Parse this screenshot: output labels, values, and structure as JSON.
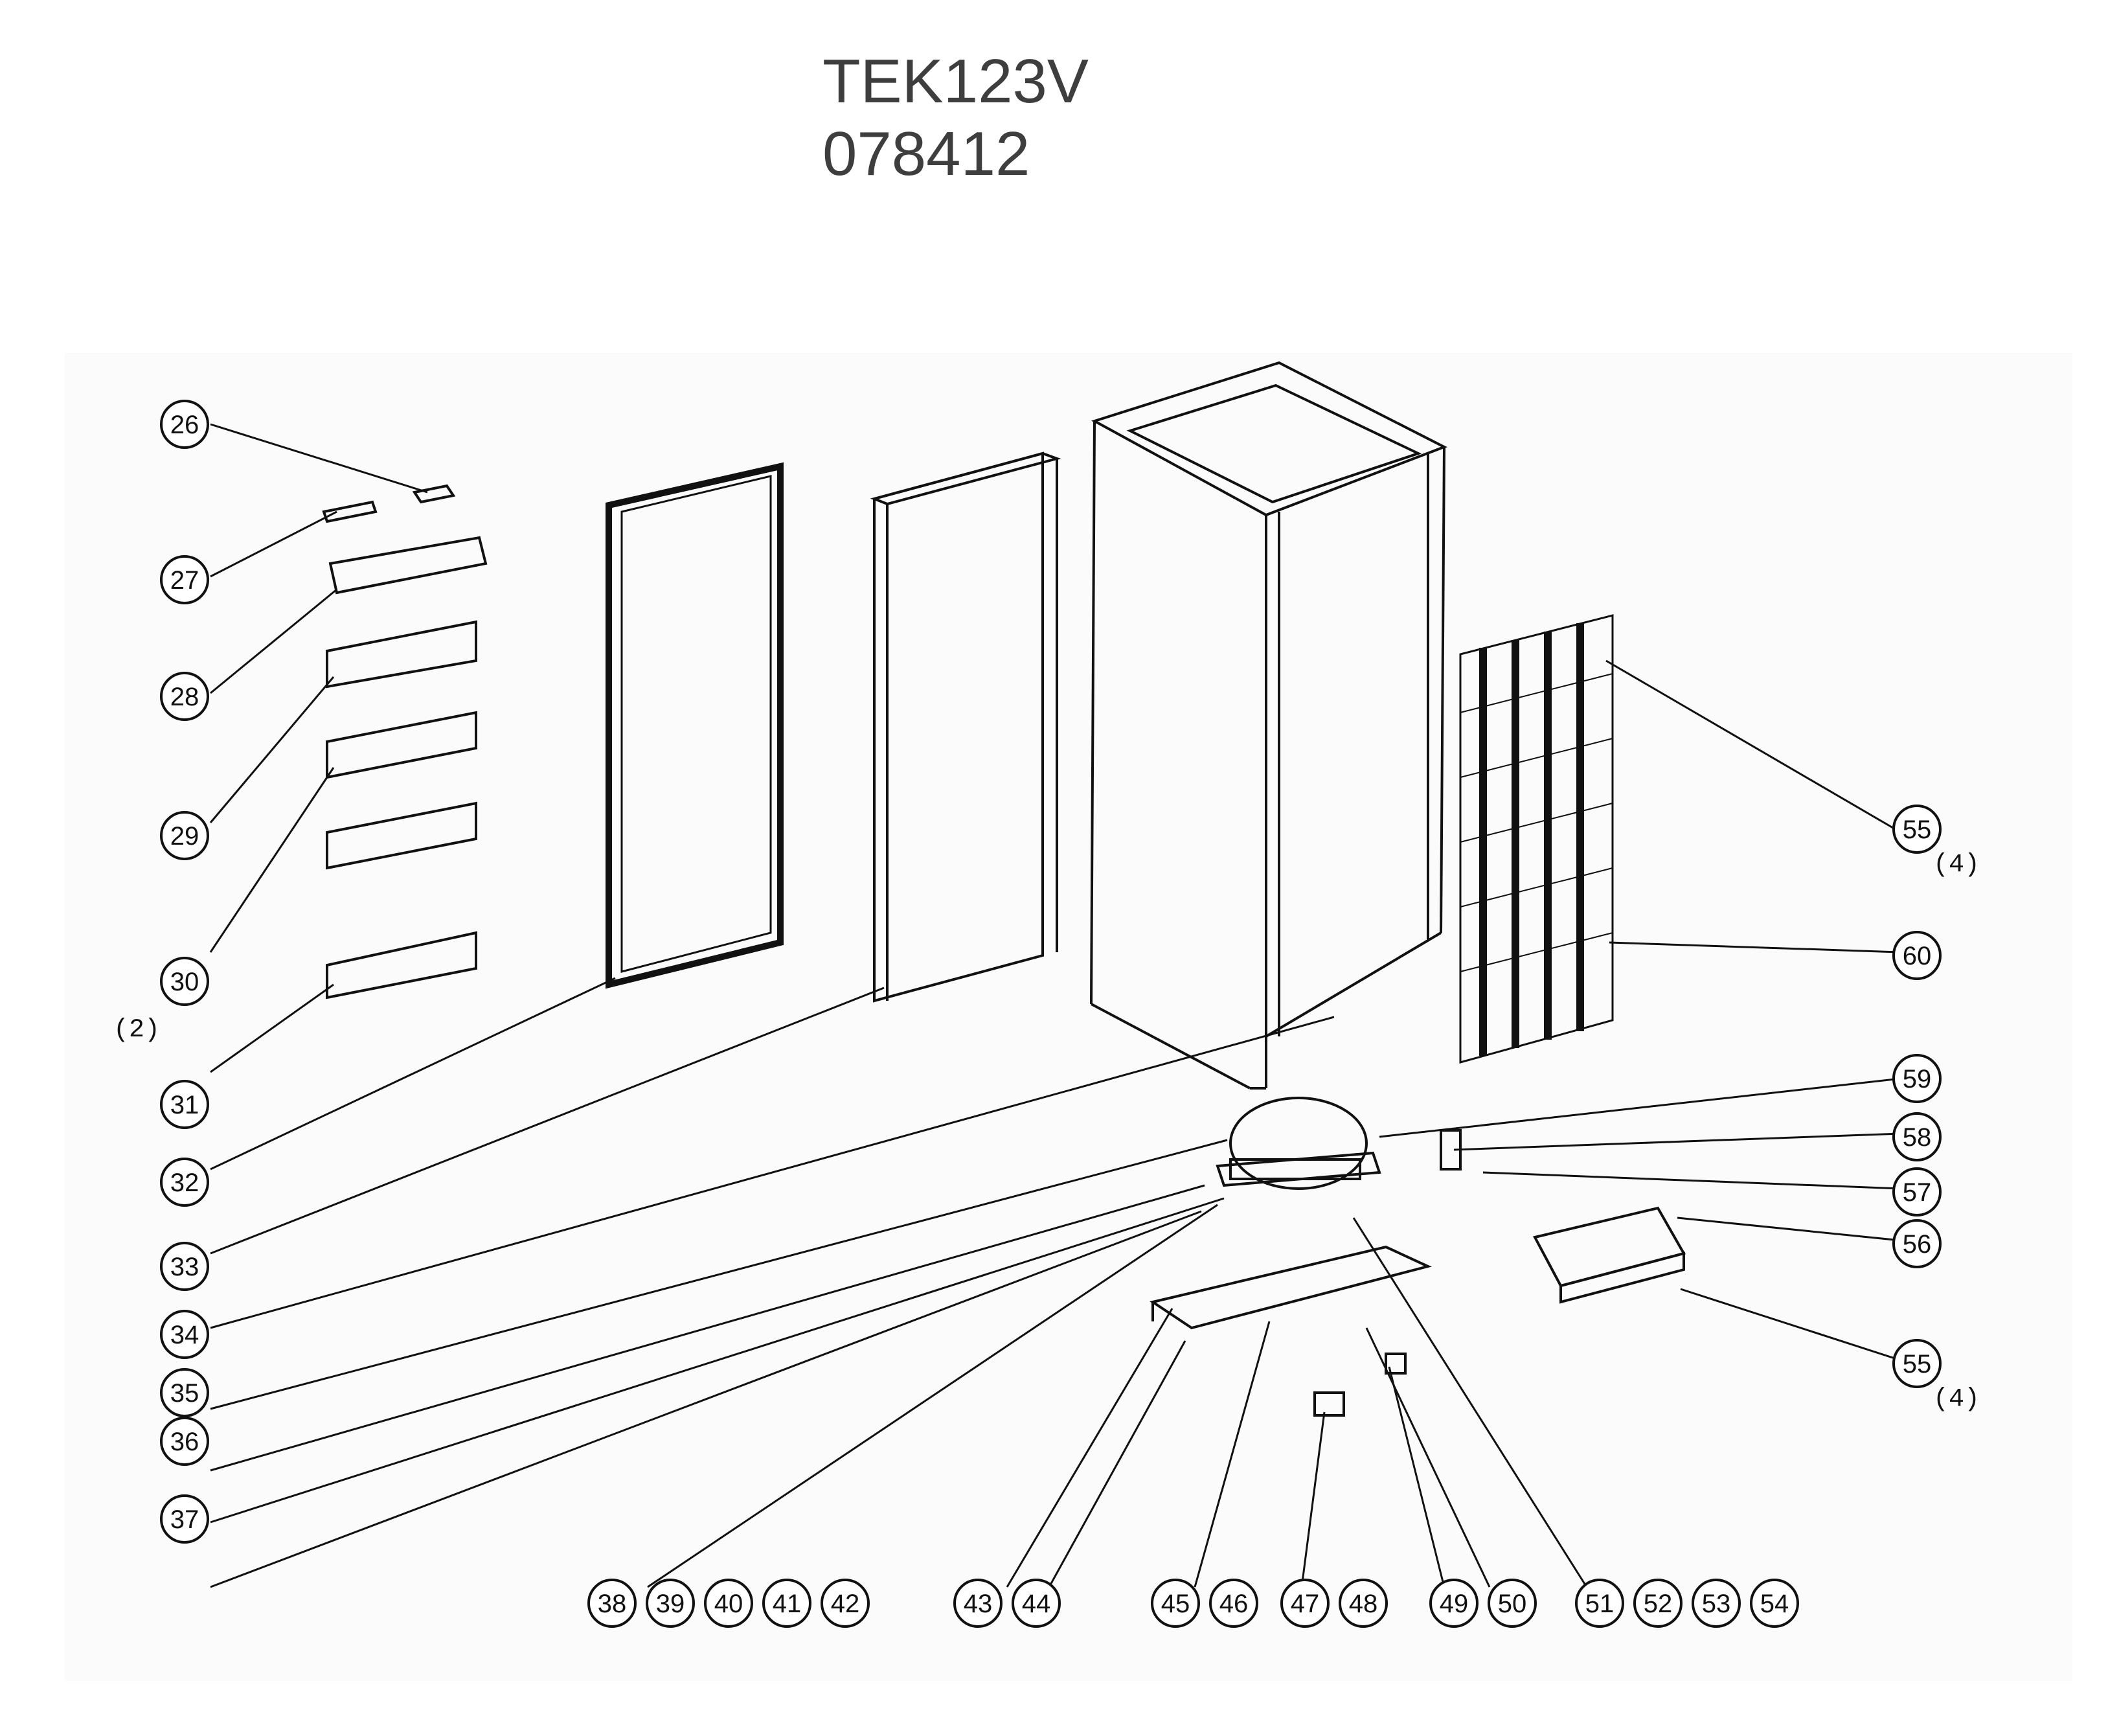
{
  "header": {
    "model": "TEK123V",
    "code": "078412"
  },
  "callouts": {
    "c26": "26",
    "c27": "27",
    "c28": "28",
    "c29": "29",
    "c30": "30",
    "c31": "31",
    "c32": "32",
    "c33": "33",
    "c34": "34",
    "c35": "35",
    "c36": "36",
    "c37": "37",
    "c38": "38",
    "c39": "39",
    "c40": "40",
    "c41": "41",
    "c42": "42",
    "c43": "43",
    "c44": "44",
    "c45": "45",
    "c46": "46",
    "c47": "47",
    "c48": "48",
    "c49": "49",
    "c50": "50",
    "c51": "51",
    "c52": "52",
    "c53": "53",
    "c54": "54",
    "c55a": "55",
    "c55b": "55",
    "c56": "56",
    "c57": "57",
    "c58": "58",
    "c59": "59",
    "c60": "60"
  },
  "quantities": {
    "q30": "(2)",
    "q55a": "(4)",
    "q55b": "(4)"
  }
}
